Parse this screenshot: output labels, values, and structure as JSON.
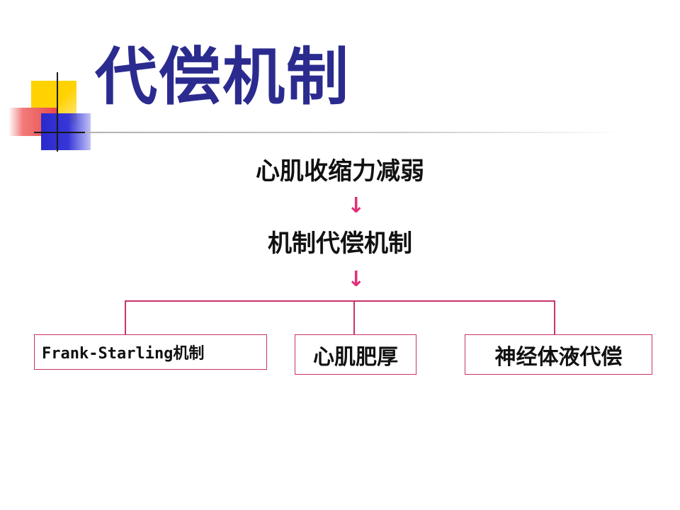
{
  "slide": {
    "title": "代偿机制",
    "step1": "心肌收缩力减弱",
    "step2": "机制代偿机制",
    "arrow_glyph": "↓",
    "branches": [
      {
        "label": "Frank-Starling机制"
      },
      {
        "label": "心肌肥厚"
      },
      {
        "label": "神经体液代偿"
      }
    ]
  },
  "colors": {
    "title": "#2b2b8f",
    "accent": "#e0307a",
    "box_border": "#c8336e",
    "text": "#111111"
  }
}
